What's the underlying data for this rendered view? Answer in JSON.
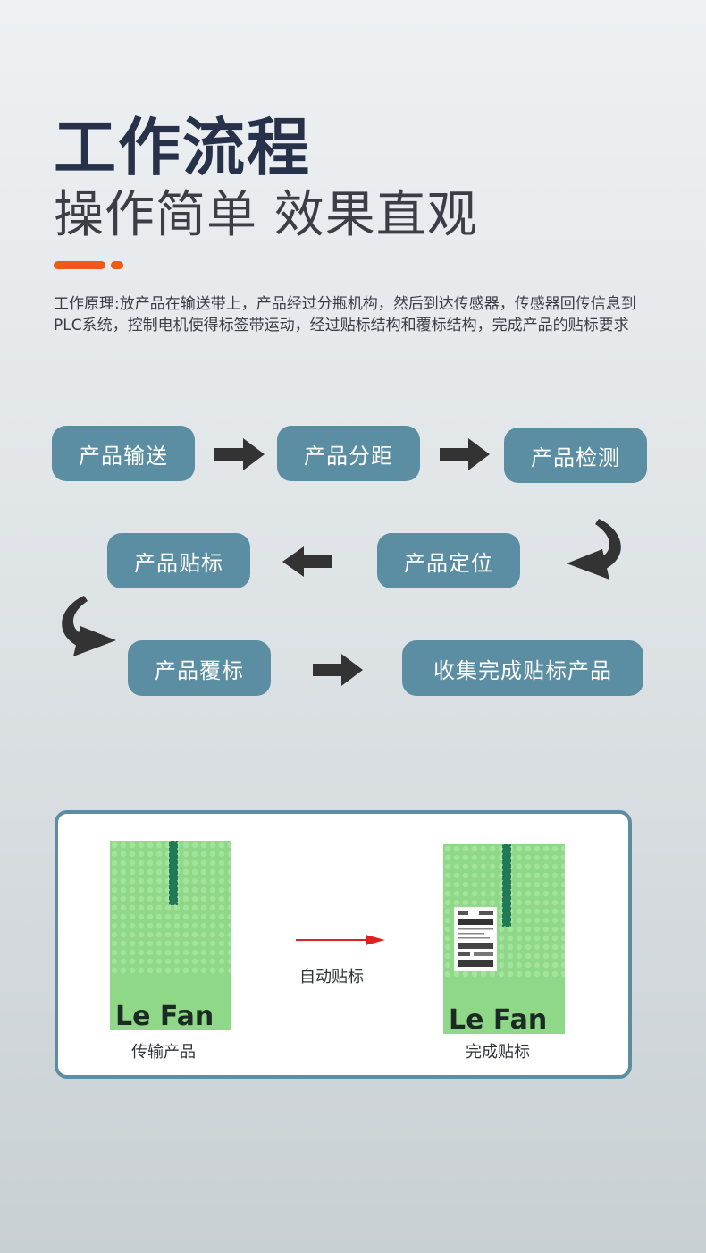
{
  "title": "工作流程",
  "subtitle": "操作简单 效果直观",
  "description": "工作原理:放产品在输送带上，产品经过分瓶机构，然后到达传感器，传感器回传信息到PLC系统，控制电机使得标签带运动，经过贴标结构和覆标结构，完成产品的贴标要求",
  "colors": {
    "title": "#27324a",
    "accent": "#ef5a1c",
    "pill": "#5b8ea2",
    "arrow": "#333333",
    "panel_border": "#5c8ea1",
    "bag_green": "#8fd888",
    "red_arrow": "#e02020"
  },
  "flow": {
    "steps": [
      "产品输送",
      "产品分距",
      "产品检测",
      "产品定位",
      "产品贴标",
      "产品覆标",
      "收集完成贴标产品"
    ]
  },
  "comparison": {
    "before_label": "传输产品",
    "action_label": "自动贴标",
    "after_label": "完成贴标",
    "brand": "Le Fan"
  }
}
